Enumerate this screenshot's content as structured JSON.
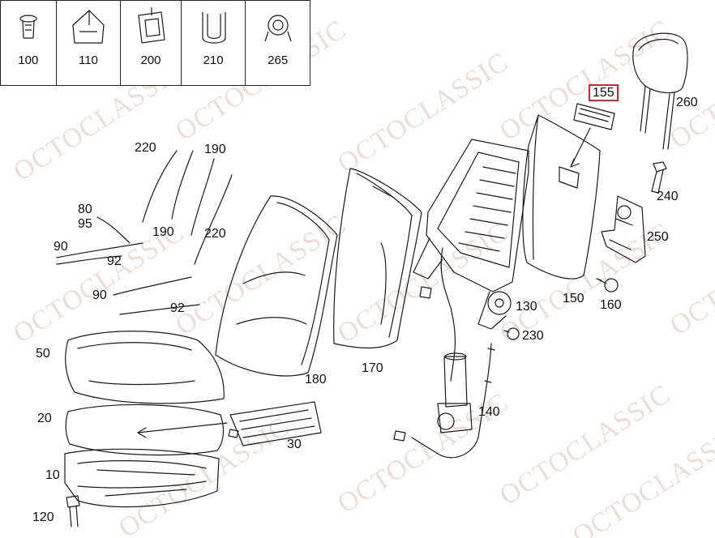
{
  "watermark": "OCTOCLASSIC",
  "legend": [
    {
      "id": "100",
      "label": "100",
      "icon": "push-rivet-icon"
    },
    {
      "id": "110",
      "label": "110",
      "icon": "spring-clip-icon"
    },
    {
      "id": "200",
      "label": "200",
      "icon": "clamp-icon"
    },
    {
      "id": "210",
      "label": "210",
      "icon": "u-clip-icon"
    },
    {
      "id": "265",
      "label": "265",
      "icon": "hose-clip-icon"
    }
  ],
  "callouts": [
    {
      "id": "155",
      "label": "155",
      "highlight": true
    },
    {
      "id": "260",
      "label": "260"
    },
    {
      "id": "220a",
      "label": "220"
    },
    {
      "id": "190a",
      "label": "190"
    },
    {
      "id": "240",
      "label": "240"
    },
    {
      "id": "80",
      "label": "80"
    },
    {
      "id": "95",
      "label": "95"
    },
    {
      "id": "190b",
      "label": "190"
    },
    {
      "id": "220b",
      "label": "220"
    },
    {
      "id": "250",
      "label": "250"
    },
    {
      "id": "90a",
      "label": "90"
    },
    {
      "id": "92a",
      "label": "92"
    },
    {
      "id": "90b",
      "label": "90"
    },
    {
      "id": "150",
      "label": "150"
    },
    {
      "id": "160",
      "label": "160"
    },
    {
      "id": "130",
      "label": "130"
    },
    {
      "id": "92b",
      "label": "92"
    },
    {
      "id": "230",
      "label": "230"
    },
    {
      "id": "50",
      "label": "50"
    },
    {
      "id": "180",
      "label": "180"
    },
    {
      "id": "170",
      "label": "170"
    },
    {
      "id": "140",
      "label": "140"
    },
    {
      "id": "20",
      "label": "20"
    },
    {
      "id": "30",
      "label": "30"
    },
    {
      "id": "10",
      "label": "10"
    },
    {
      "id": "120",
      "label": "120"
    }
  ]
}
